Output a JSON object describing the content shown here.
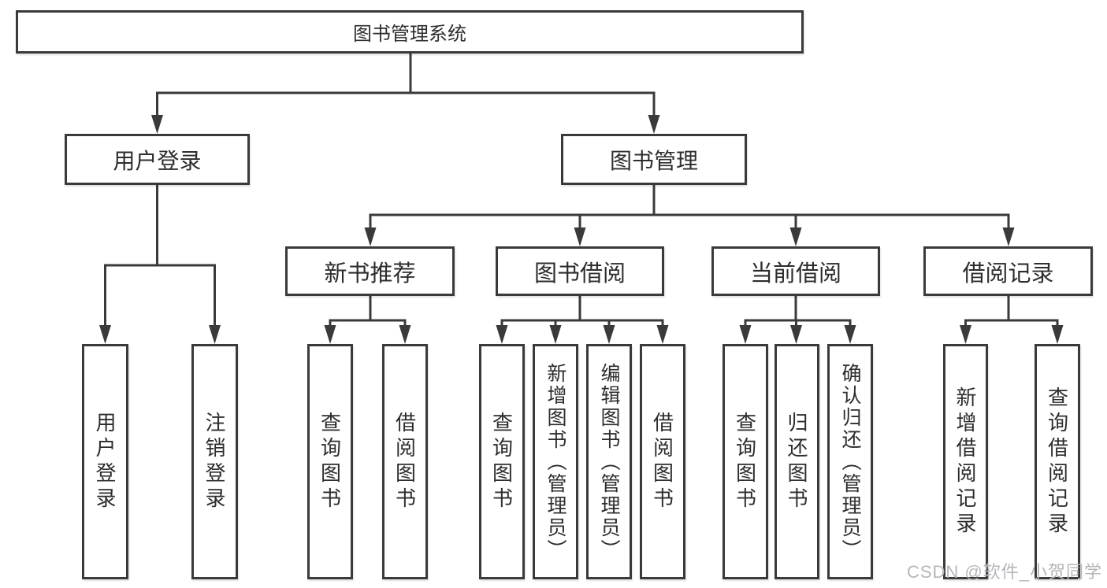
{
  "colors": {
    "line": "#3a3a3a",
    "text": "#2d2d2d",
    "background": "#ffffff",
    "watermark": "#b4b6ba"
  },
  "watermark": "CSDN @软件_小贺同学",
  "tree": {
    "root": "图书管理系统",
    "branches": [
      {
        "label": "用户登录",
        "children": [
          "用户登录",
          "注销登录"
        ]
      },
      {
        "label": "图书管理",
        "sections": [
          {
            "label": "新书推荐",
            "children": [
              "查询图书",
              "借阅图书"
            ]
          },
          {
            "label": "图书借阅",
            "children": [
              "查询图书",
              "新增图书（管理员）",
              "编辑图书（管理员）",
              "借阅图书"
            ]
          },
          {
            "label": "当前借阅",
            "children": [
              "查询图书",
              "归还图书",
              "确认归还（管理员）"
            ]
          },
          {
            "label": "借阅记录",
            "children": [
              "新增借阅记录",
              "查询借阅记录"
            ]
          }
        ]
      }
    ]
  }
}
